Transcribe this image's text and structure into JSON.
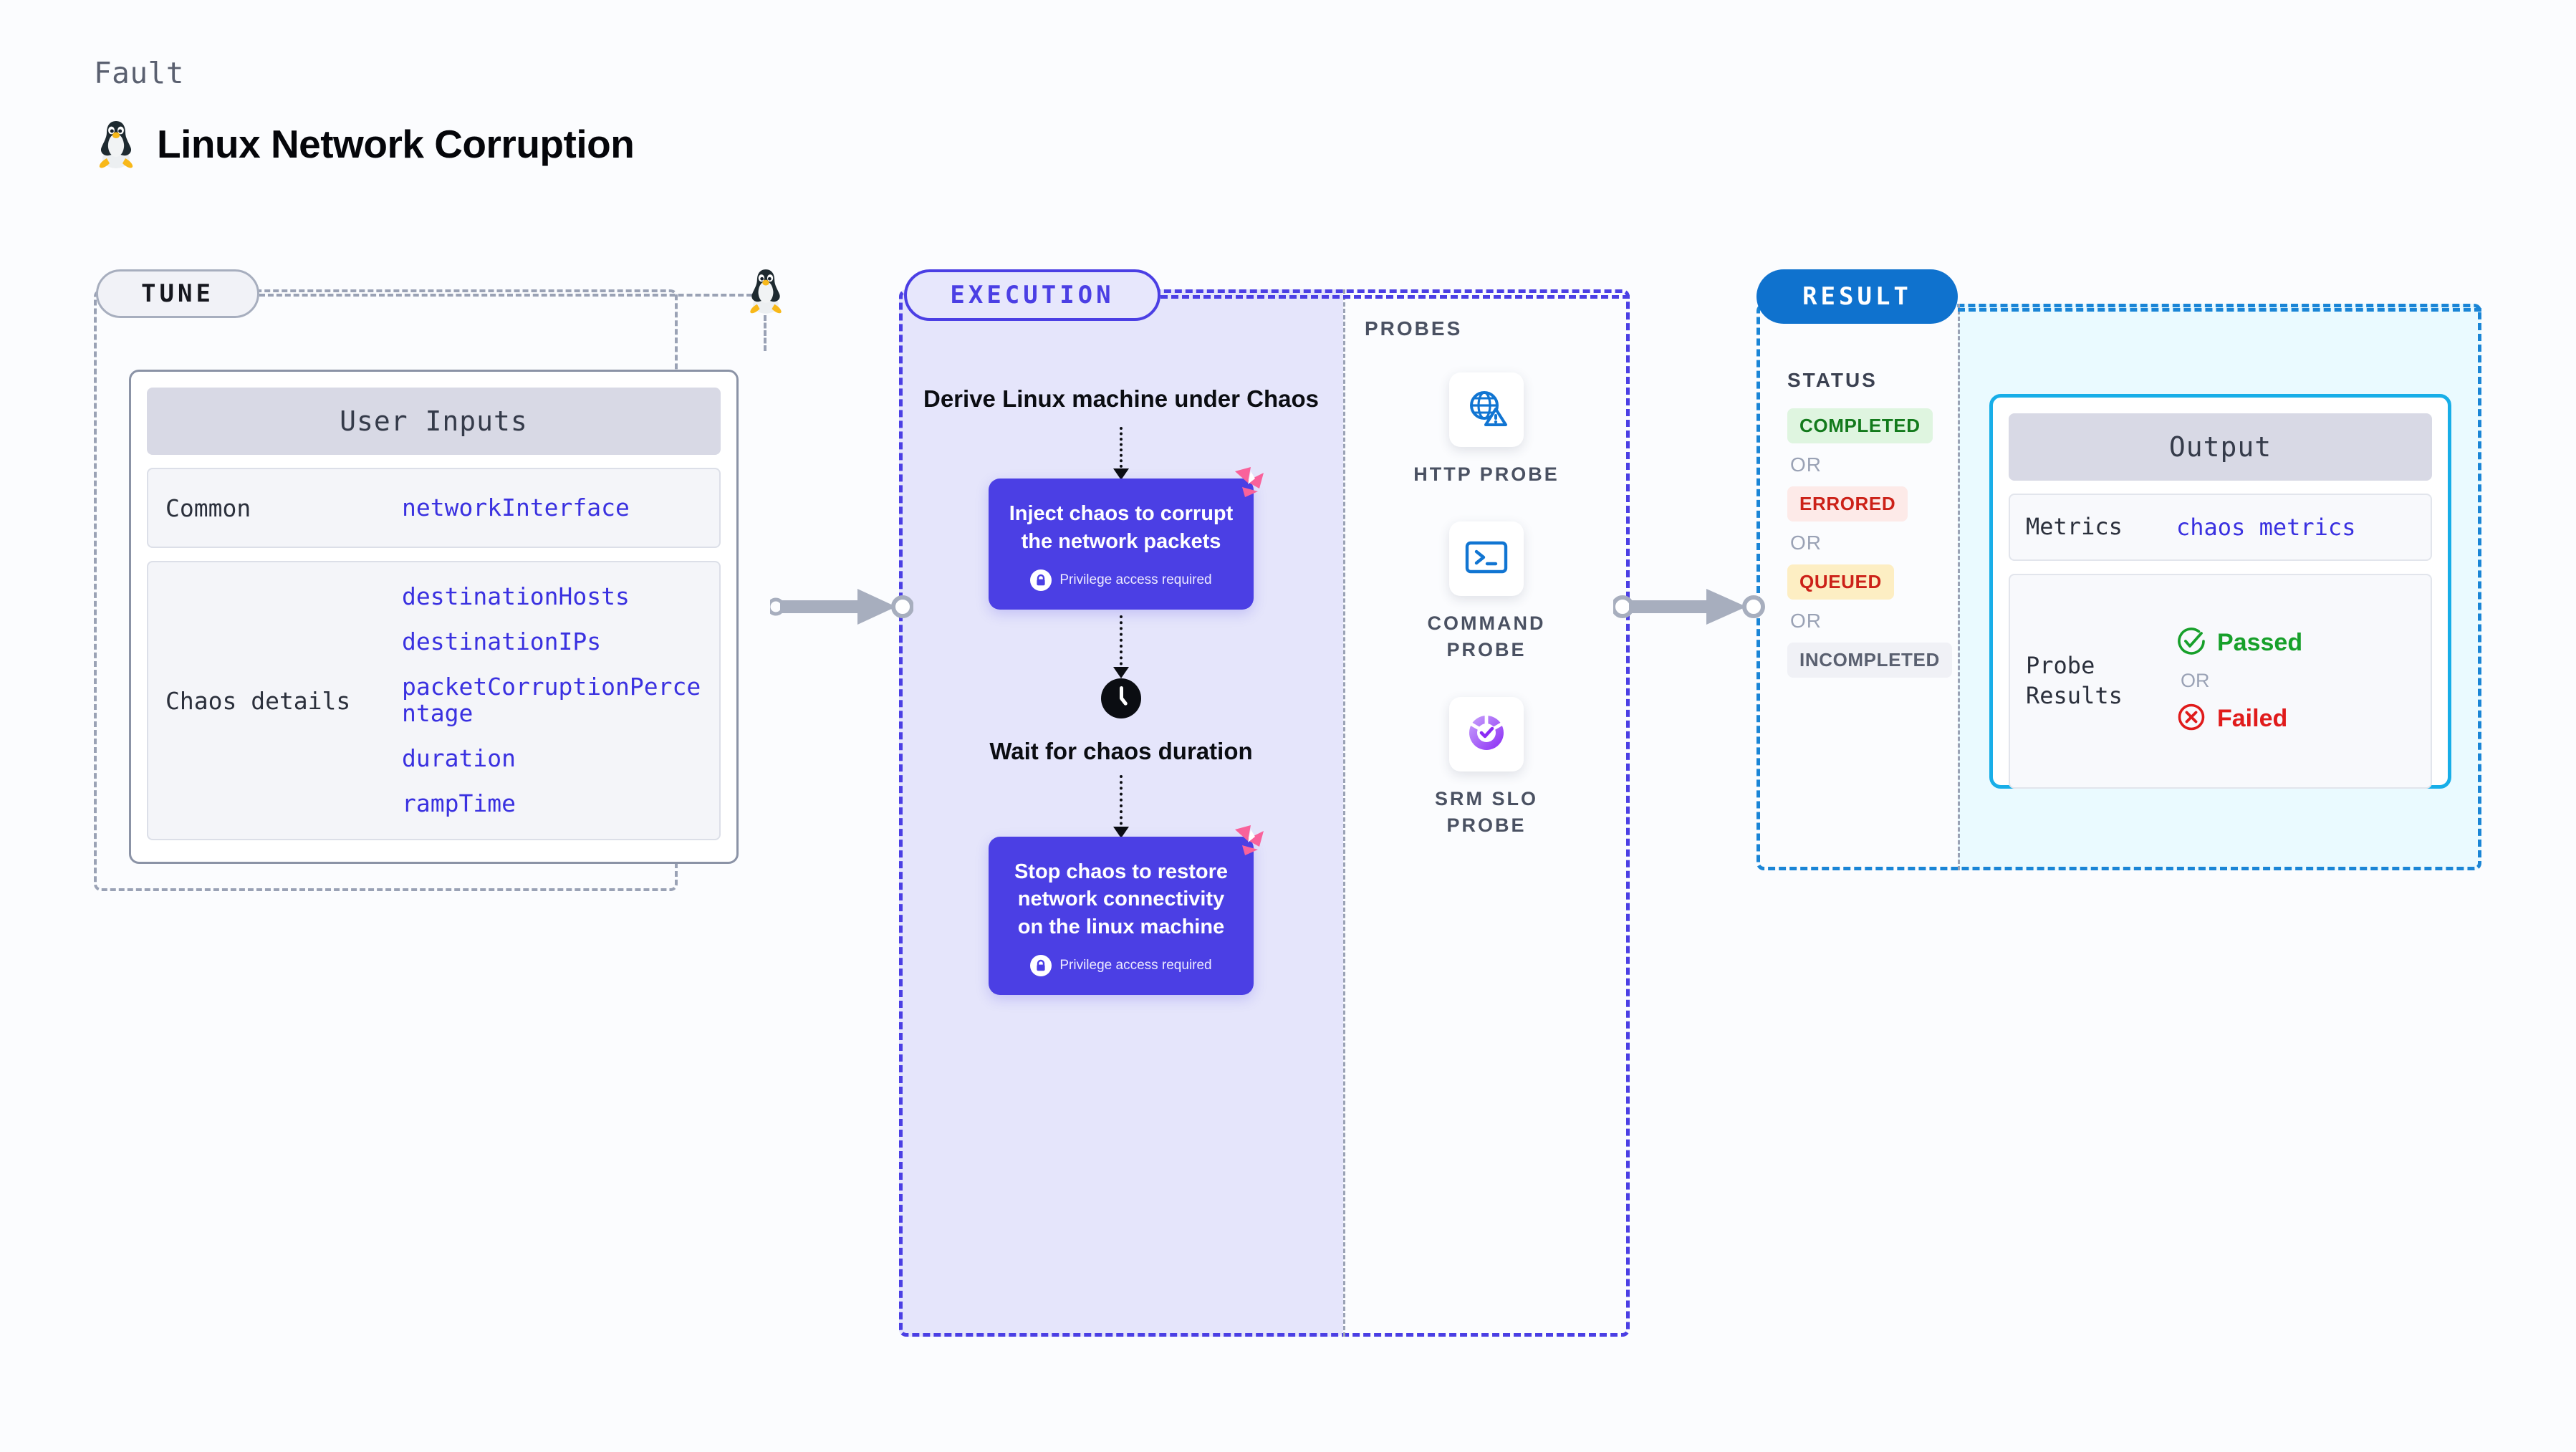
{
  "header": {
    "kicker": "Fault",
    "title": "Linux Network Corruption",
    "icon": "linux-penguin-icon"
  },
  "stages": {
    "tune": "TUNE",
    "execution": "EXECUTION",
    "result": "RESULT"
  },
  "tune": {
    "card_title": "User Inputs",
    "rows": [
      {
        "label": "Common",
        "values": [
          "networkInterface"
        ]
      },
      {
        "label": "Chaos details",
        "values": [
          "destinationHosts",
          "destinationIPs",
          "packetCorruptionPercentage",
          "duration",
          "rampTime"
        ]
      }
    ]
  },
  "execution": {
    "flow_title": "Derive Linux machine under Chaos",
    "inject_step": {
      "title": "Inject chaos to corrupt the network packets",
      "privilege": "Privilege access required",
      "logo": "harness-logo-icon",
      "lock": "lock-icon"
    },
    "wait_step": {
      "icon": "clock-icon",
      "title": "Wait for chaos duration"
    },
    "stop_step": {
      "title": "Stop chaos to restore network connectivity on the linux machine",
      "privilege": "Privilege access required",
      "logo": "harness-logo-icon",
      "lock": "lock-icon"
    }
  },
  "probes": {
    "label": "PROBES",
    "items": [
      {
        "name": "HTTP PROBE",
        "icon": "globe-warning-icon"
      },
      {
        "name": "COMMAND PROBE",
        "icon": "terminal-icon"
      },
      {
        "name": "SRM SLO PROBE",
        "icon": "slo-donut-check-icon"
      }
    ]
  },
  "result": {
    "status_label": "STATUS",
    "or_label": "OR",
    "statuses": [
      {
        "label": "COMPLETED",
        "fg": "#137a1c",
        "bg": "#dff5e0"
      },
      {
        "label": "ERRORED",
        "fg": "#cc2118",
        "bg": "#fdeae8"
      },
      {
        "label": "QUEUED",
        "fg": "#cc2118",
        "bg": "#fdeec3"
      },
      {
        "label": "INCOMPLETED",
        "fg": "#5a6070",
        "bg": "#f0f1f6"
      }
    ],
    "output": {
      "card_title": "Output",
      "metrics_label": "Metrics",
      "metrics_value": "chaos metrics",
      "probe_results_label": "Probe Results",
      "or_label": "OR",
      "passed": {
        "label": "Passed",
        "color": "#17a02a",
        "icon": "check-circle-icon"
      },
      "failed": {
        "label": "Failed",
        "color": "#e01b1b",
        "icon": "x-circle-icon"
      }
    }
  },
  "colors": {
    "accent_purple": "#4b3fe4",
    "accent_blue": "#0f72ce",
    "accent_cyan": "#18aee8",
    "link_blue": "#3a31e0",
    "pink": "#f9629b"
  }
}
